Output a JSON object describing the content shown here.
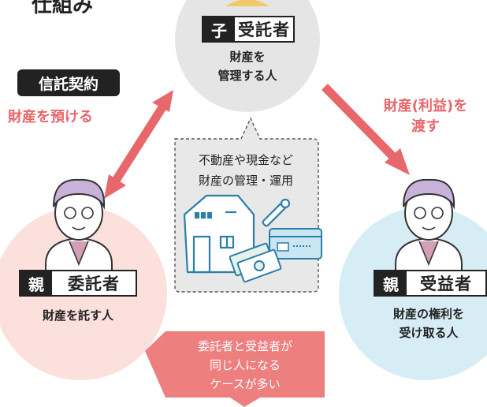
{
  "heading": "仕組み",
  "trustee": {
    "tag": "子",
    "role": "受託者",
    "desc_line1": "財産を",
    "desc_line2": "管理する人"
  },
  "settlor": {
    "tag": "親",
    "role": "委託者",
    "desc": "財産を託す人"
  },
  "beneficiary": {
    "tag": "親",
    "role": "受益者",
    "desc_line1": "財産の権利を",
    "desc_line2": "受け取る人"
  },
  "contract": {
    "label": "信託契約",
    "sublabel": "財産を預ける"
  },
  "transfer": {
    "line1": "財産(利益)を",
    "line2": "渡す"
  },
  "management": {
    "line1": "不動産や現金など",
    "line2": "財産の管理・運用"
  },
  "callout": {
    "line1": "委託者と受益者が",
    "line2": "同じ人になる",
    "line3": "ケースが多い"
  },
  "colors": {
    "trustee_bg": "#e5e5e5",
    "settlor_bg": "#fbe0dc",
    "beneficiary_bg": "#d7edf6",
    "accent": "#e8676b",
    "callout_bg": "#ee7f7f"
  }
}
